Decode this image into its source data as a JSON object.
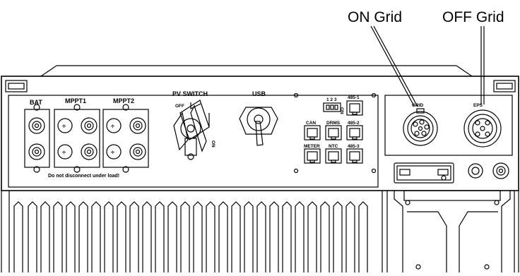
{
  "callouts": {
    "on_grid": "ON Grid",
    "off_grid": "OFF Grid"
  },
  "panel": {
    "bat_label": "BAT",
    "mppt1_label": "MPPT1",
    "mppt2_label": "MPPT2",
    "pv_switch_label": "PV SWITCH",
    "switch_off": "OFF",
    "switch_on": "ON",
    "usb_label": "USB",
    "dip_numbers": "1 2 3",
    "dip_mark": "ON",
    "grid_label": "GRID",
    "eps_label": "EPS",
    "warning_text": "Do not disconnect under load!"
  },
  "comm_ports": {
    "port_485_1": "485-1",
    "port_can": "CAN",
    "port_drms": "DRMS",
    "port_485_2": "485-2",
    "port_meter": "METER",
    "port_ntc": "NTC",
    "port_485_3": "485-3"
  }
}
